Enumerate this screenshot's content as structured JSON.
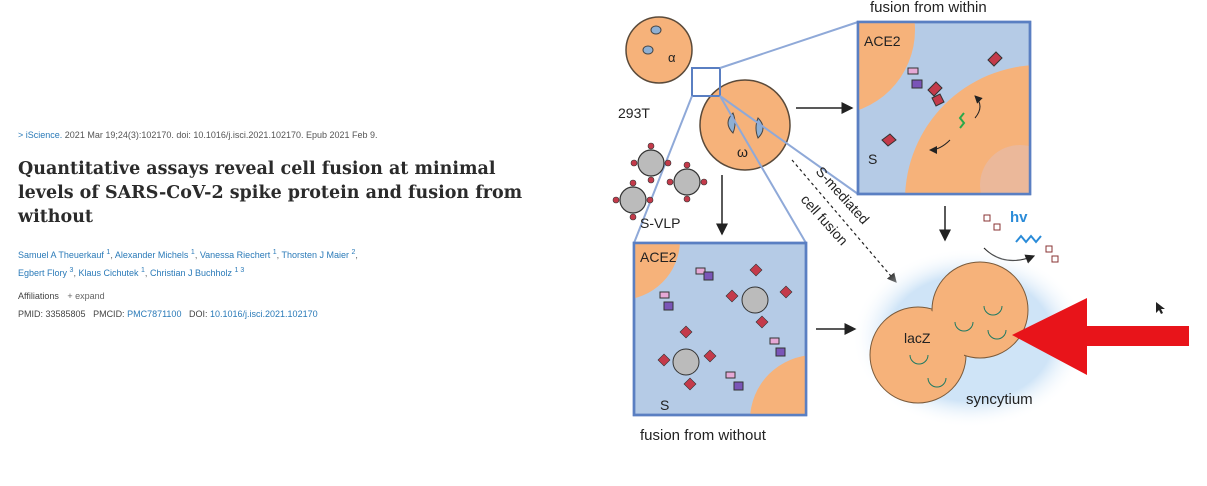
{
  "article": {
    "journal_link": "> iScience.",
    "citation": "2021 Mar 19;24(3):102170. doi: 10.1016/j.isci.2021.102170. Epub 2021 Feb 9.",
    "title": "Quantitative assays reveal cell fusion at minimal levels of SARS-CoV-2 spike protein and fusion from without",
    "authors": [
      {
        "name": "Samuel A Theuerkauf",
        "sup": "1"
      },
      {
        "name": "Alexander Michels",
        "sup": "1"
      },
      {
        "name": "Vanessa Riechert",
        "sup": "1"
      },
      {
        "name": "Thorsten J Maier",
        "sup": "2"
      },
      {
        "name": "Egbert Flory",
        "sup": "3"
      },
      {
        "name": "Klaus Cichutek",
        "sup": "1"
      },
      {
        "name": "Christian J Buchholz",
        "sup": "1 3"
      }
    ],
    "affiliations_label": "Affiliations",
    "expand_label": "+ expand",
    "pmid_label": "PMID: 33585805",
    "pmcid_label": "PMCID:",
    "pmcid_value": "PMC7871100",
    "doi_label": "DOI:",
    "doi_value": "10.1016/j.isci.2021.102170"
  },
  "figure": {
    "fusion_within": "fusion from within",
    "alpha": "α",
    "omega": "ω",
    "cell_line": "293T",
    "ace2_top": "ACE2",
    "ace2_bottom": "ACE2",
    "s_top": "S",
    "s_bottom": "S",
    "svlp": "S-VLP",
    "s_mediated_1": "S-mediated",
    "s_mediated_2": "cell fusion",
    "hv": "hv",
    "lacz": "lacZ",
    "syncytium": "syncytium",
    "fusion_without": "fusion from without",
    "colors": {
      "cell": "#f6b27a",
      "cell_light": "#fbd7b5",
      "panel_bg": "#b5cbe6",
      "panel_border": "#5a7fc2",
      "arrow_red": "#e8141a",
      "hv_blue": "#2a8bd8",
      "lacz_teal": "#2aa88a"
    }
  }
}
